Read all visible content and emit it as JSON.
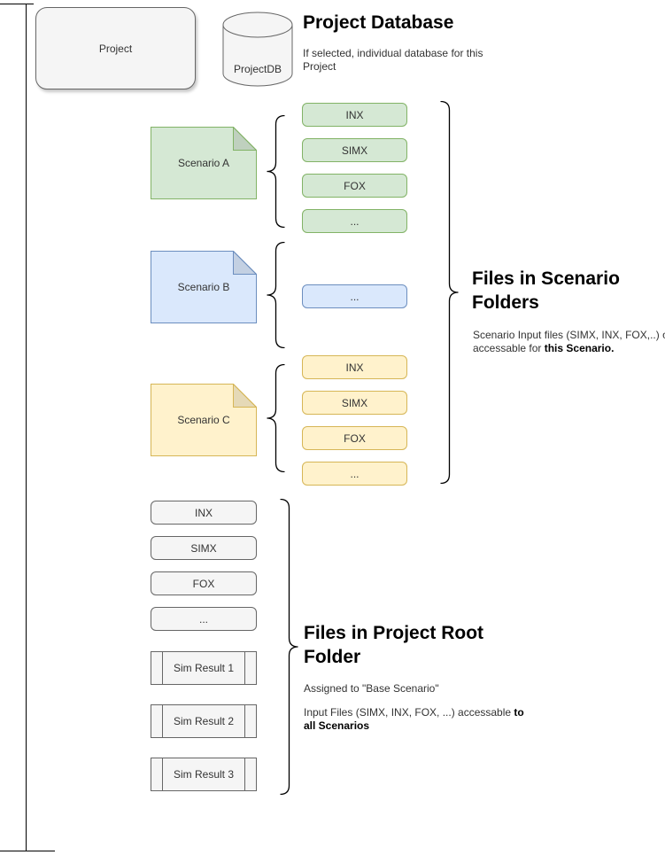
{
  "project": {
    "label": "Project"
  },
  "database": {
    "cylinder_label": "ProjectDB",
    "title": "Project Database",
    "description": "If selected, individual database for this Project"
  },
  "scenarios": [
    {
      "name": "Scenario A",
      "files": [
        "INX",
        "SIMX",
        "FOX",
        "..."
      ]
    },
    {
      "name": "Scenario B",
      "files": [
        "..."
      ]
    },
    {
      "name": "Scenario C",
      "files": [
        "INX",
        "SIMX",
        "FOX",
        "..."
      ]
    }
  ],
  "scenario_folders": {
    "title": "Files in Scenario Folders",
    "description_normal": "Scenario Input files (SIMX, INX, FOX,..) only accessable for ",
    "description_bold": "this Scenario."
  },
  "root_folder": {
    "title": "Files in Project Root Folder",
    "assigned_line": "Assigned to \"Base Scenario\"",
    "access_line_normal": "Input Files (SIMX, INX, FOX, ...) accessable ",
    "access_line_bold": "to all Scenarios",
    "files": [
      "INX",
      "SIMX",
      "FOX",
      "..."
    ],
    "results": [
      "Sim Result 1",
      "Sim Result 2",
      "Sim Result 3"
    ]
  },
  "colors": {
    "scenario_a_fill": "#d5e8d4",
    "scenario_a_border": "#82b366",
    "scenario_b_fill": "#dae8fc",
    "scenario_b_border": "#6c8ebf",
    "scenario_c_fill": "#fff2cc",
    "scenario_c_border": "#d6b656",
    "neutral_fill": "#f5f5f5",
    "neutral_border": "#666666",
    "line_color": "#000000"
  }
}
